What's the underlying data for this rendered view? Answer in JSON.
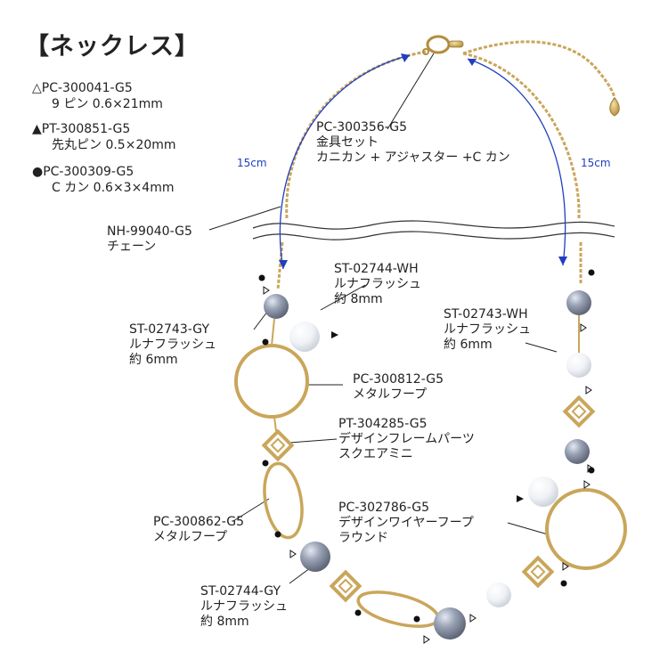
{
  "title": "【ネックレス】",
  "legend": [
    {
      "code": "△PC-300041-G5",
      "desc": "9 ピン  0.6×21mm"
    },
    {
      "code": "▲PT-300851-G5",
      "desc": "先丸ピン  0.5×20mm"
    },
    {
      "code": "●PC-300309-G5",
      "desc": "C カン  0.6×3×4mm"
    }
  ],
  "labels": {
    "clasp": {
      "code": "PC-300356-G5",
      "name": "金具セット",
      "detail": "カニカン + アジャスター +C カン"
    },
    "chain": {
      "code": "NH-99040-G5",
      "name": "チェーン"
    },
    "bead_wh_8": {
      "code": "ST-02744-WH",
      "name": "ルナフラッシュ",
      "size": "約 8mm"
    },
    "bead_gy_6": {
      "code": "ST-02743-GY",
      "name": "ルナフラッシュ",
      "size": "約 6mm"
    },
    "bead_wh_6": {
      "code": "ST-02743-WH",
      "name": "ルナフラッシュ",
      "size": "約 6mm"
    },
    "hoop_metal": {
      "code": "PC-300812-G5",
      "name": "メタルフープ"
    },
    "square_frame": {
      "code": "PT-304285-G5",
      "name": "デザインフレームパーツ",
      "detail": "スクエアミニ"
    },
    "oval_hoop": {
      "code": "PC-300862-G5",
      "name": "メタルフープ"
    },
    "wire_hoop": {
      "code": "PC-302786-G5",
      "name": "デザインワイヤーフープ",
      "detail": "ラウンド"
    },
    "bead_gy_8": {
      "code": "ST-02744-GY",
      "name": "ルナフラッシュ",
      "size": "約 8mm"
    }
  },
  "dimensions": {
    "left": "15cm",
    "right": "15cm"
  },
  "colors": {
    "gold": "#c9a65a",
    "gold_dark": "#9c7a34",
    "arrow": "#1f3fbf",
    "bead_gray": "#8a93a6",
    "bead_white": "#eef0f4"
  }
}
